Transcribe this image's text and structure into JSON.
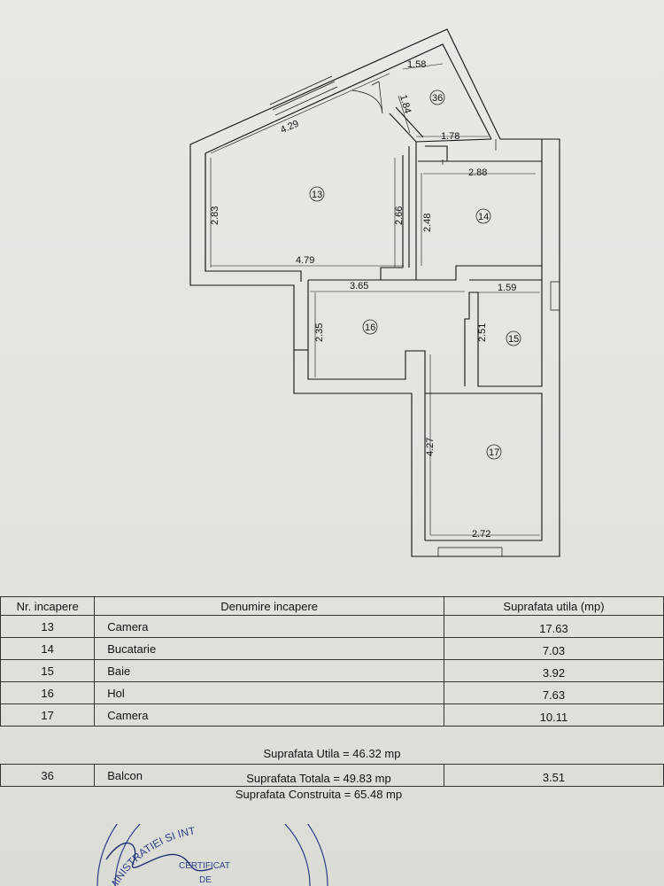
{
  "plan": {
    "dimensions": {
      "r13_top": "4.29",
      "r13_left": "2.83",
      "r13_right": "2.66",
      "r13_bottom": "4.79",
      "r36_top": "1.58",
      "r36_side": "1.84",
      "r36_bottom": "1.78",
      "r14_top": "2.88",
      "r14_left": "2.48",
      "hall_top": "3.65",
      "r16_left": "2.35",
      "r15_top": "1.59",
      "r15_left": "2.51",
      "r17_left": "4.27",
      "r17_bottom": "2.72"
    },
    "rooms": [
      "13",
      "36",
      "14",
      "16",
      "15",
      "17"
    ]
  },
  "table": {
    "headers": {
      "nr": "Nr. incapere",
      "name": "Denumire incapere",
      "area": "Suprafata utila (mp)"
    },
    "rows": [
      {
        "nr": "13",
        "name": "Camera",
        "area": "17.63"
      },
      {
        "nr": "14",
        "name": "Bucatarie",
        "area": "7.03"
      },
      {
        "nr": "15",
        "name": "Baie",
        "area": "3.92"
      },
      {
        "nr": "16",
        "name": "Hol",
        "area": "7.63"
      },
      {
        "nr": "17",
        "name": "Camera",
        "area": "10.11"
      }
    ],
    "subtotal": "Suprafata Utila = 46.32 mp",
    "balcony": {
      "nr": "36",
      "name": "Balcon",
      "area": "3.51"
    }
  },
  "totals": {
    "total": "Suprafata Totala = 49.83 mp",
    "built": "Suprafata Construita = 65.48 mp"
  },
  "stamp": {
    "text_top": "ADMINISTRATIEI SI INT",
    "text_mid": "CERTIFICAT",
    "text_low": "DE"
  }
}
